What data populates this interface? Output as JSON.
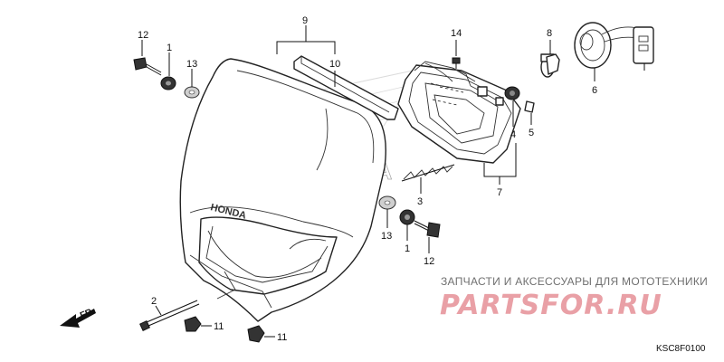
{
  "diagram": {
    "code": "KSC8F0100",
    "direction_label": "FR.",
    "embossed_brand": "HONDA",
    "callouts": {
      "c1a": "12",
      "c1b": "1",
      "c1c": "13",
      "c9": "9",
      "c10": "10",
      "c14": "14",
      "c8": "8",
      "c6": "6",
      "c4": "4",
      "c5": "5",
      "c7": "7",
      "c3": "3",
      "c13b": "13",
      "c1d": "1",
      "c12b": "12",
      "c2": "2",
      "c11a": "11",
      "c11b": "11"
    }
  },
  "watermark": {
    "heading": "ЗАПЧАСТИ И АКСЕССУАРЫ ДЛЯ МОТОТЕХНИКИ",
    "brand": "PARTSFOR.RU"
  }
}
